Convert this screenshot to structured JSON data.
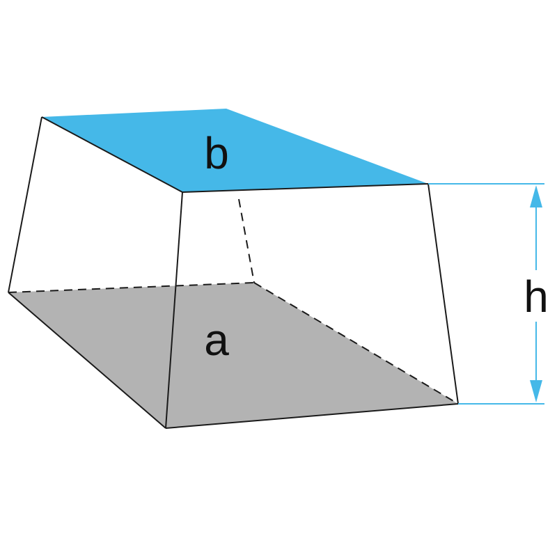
{
  "labels": {
    "top_face": "b",
    "bottom_face": "a",
    "height": "h"
  },
  "colors": {
    "top_face_fill": "#45b8e8",
    "bottom_face_fill": "#b3b3b3",
    "edge": "#1a1a1a",
    "height_marker": "#45b8e8",
    "background": "#ffffff"
  }
}
